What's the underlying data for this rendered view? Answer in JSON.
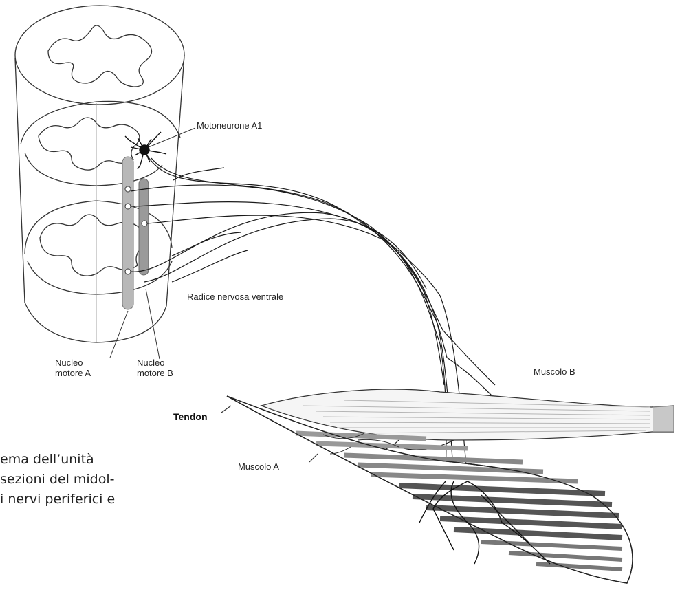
{
  "labels": {
    "motoneurone_a1": "Motoneurone A1",
    "radice_ventrale": "Radice nervosa ventrale",
    "nucleo_a_line1": "Nucleo",
    "nucleo_a_line2": "motore A",
    "nucleo_b_line1": "Nucleo",
    "nucleo_b_line2": "motore B",
    "muscolo_b": "Muscolo B",
    "tendon": "Tendon",
    "muscolo_a": "Muscolo A"
  },
  "caption": {
    "line1": "ema dell’unità",
    "line2": "sezioni del midol-",
    "line3": "i nervi periferici e"
  }
}
